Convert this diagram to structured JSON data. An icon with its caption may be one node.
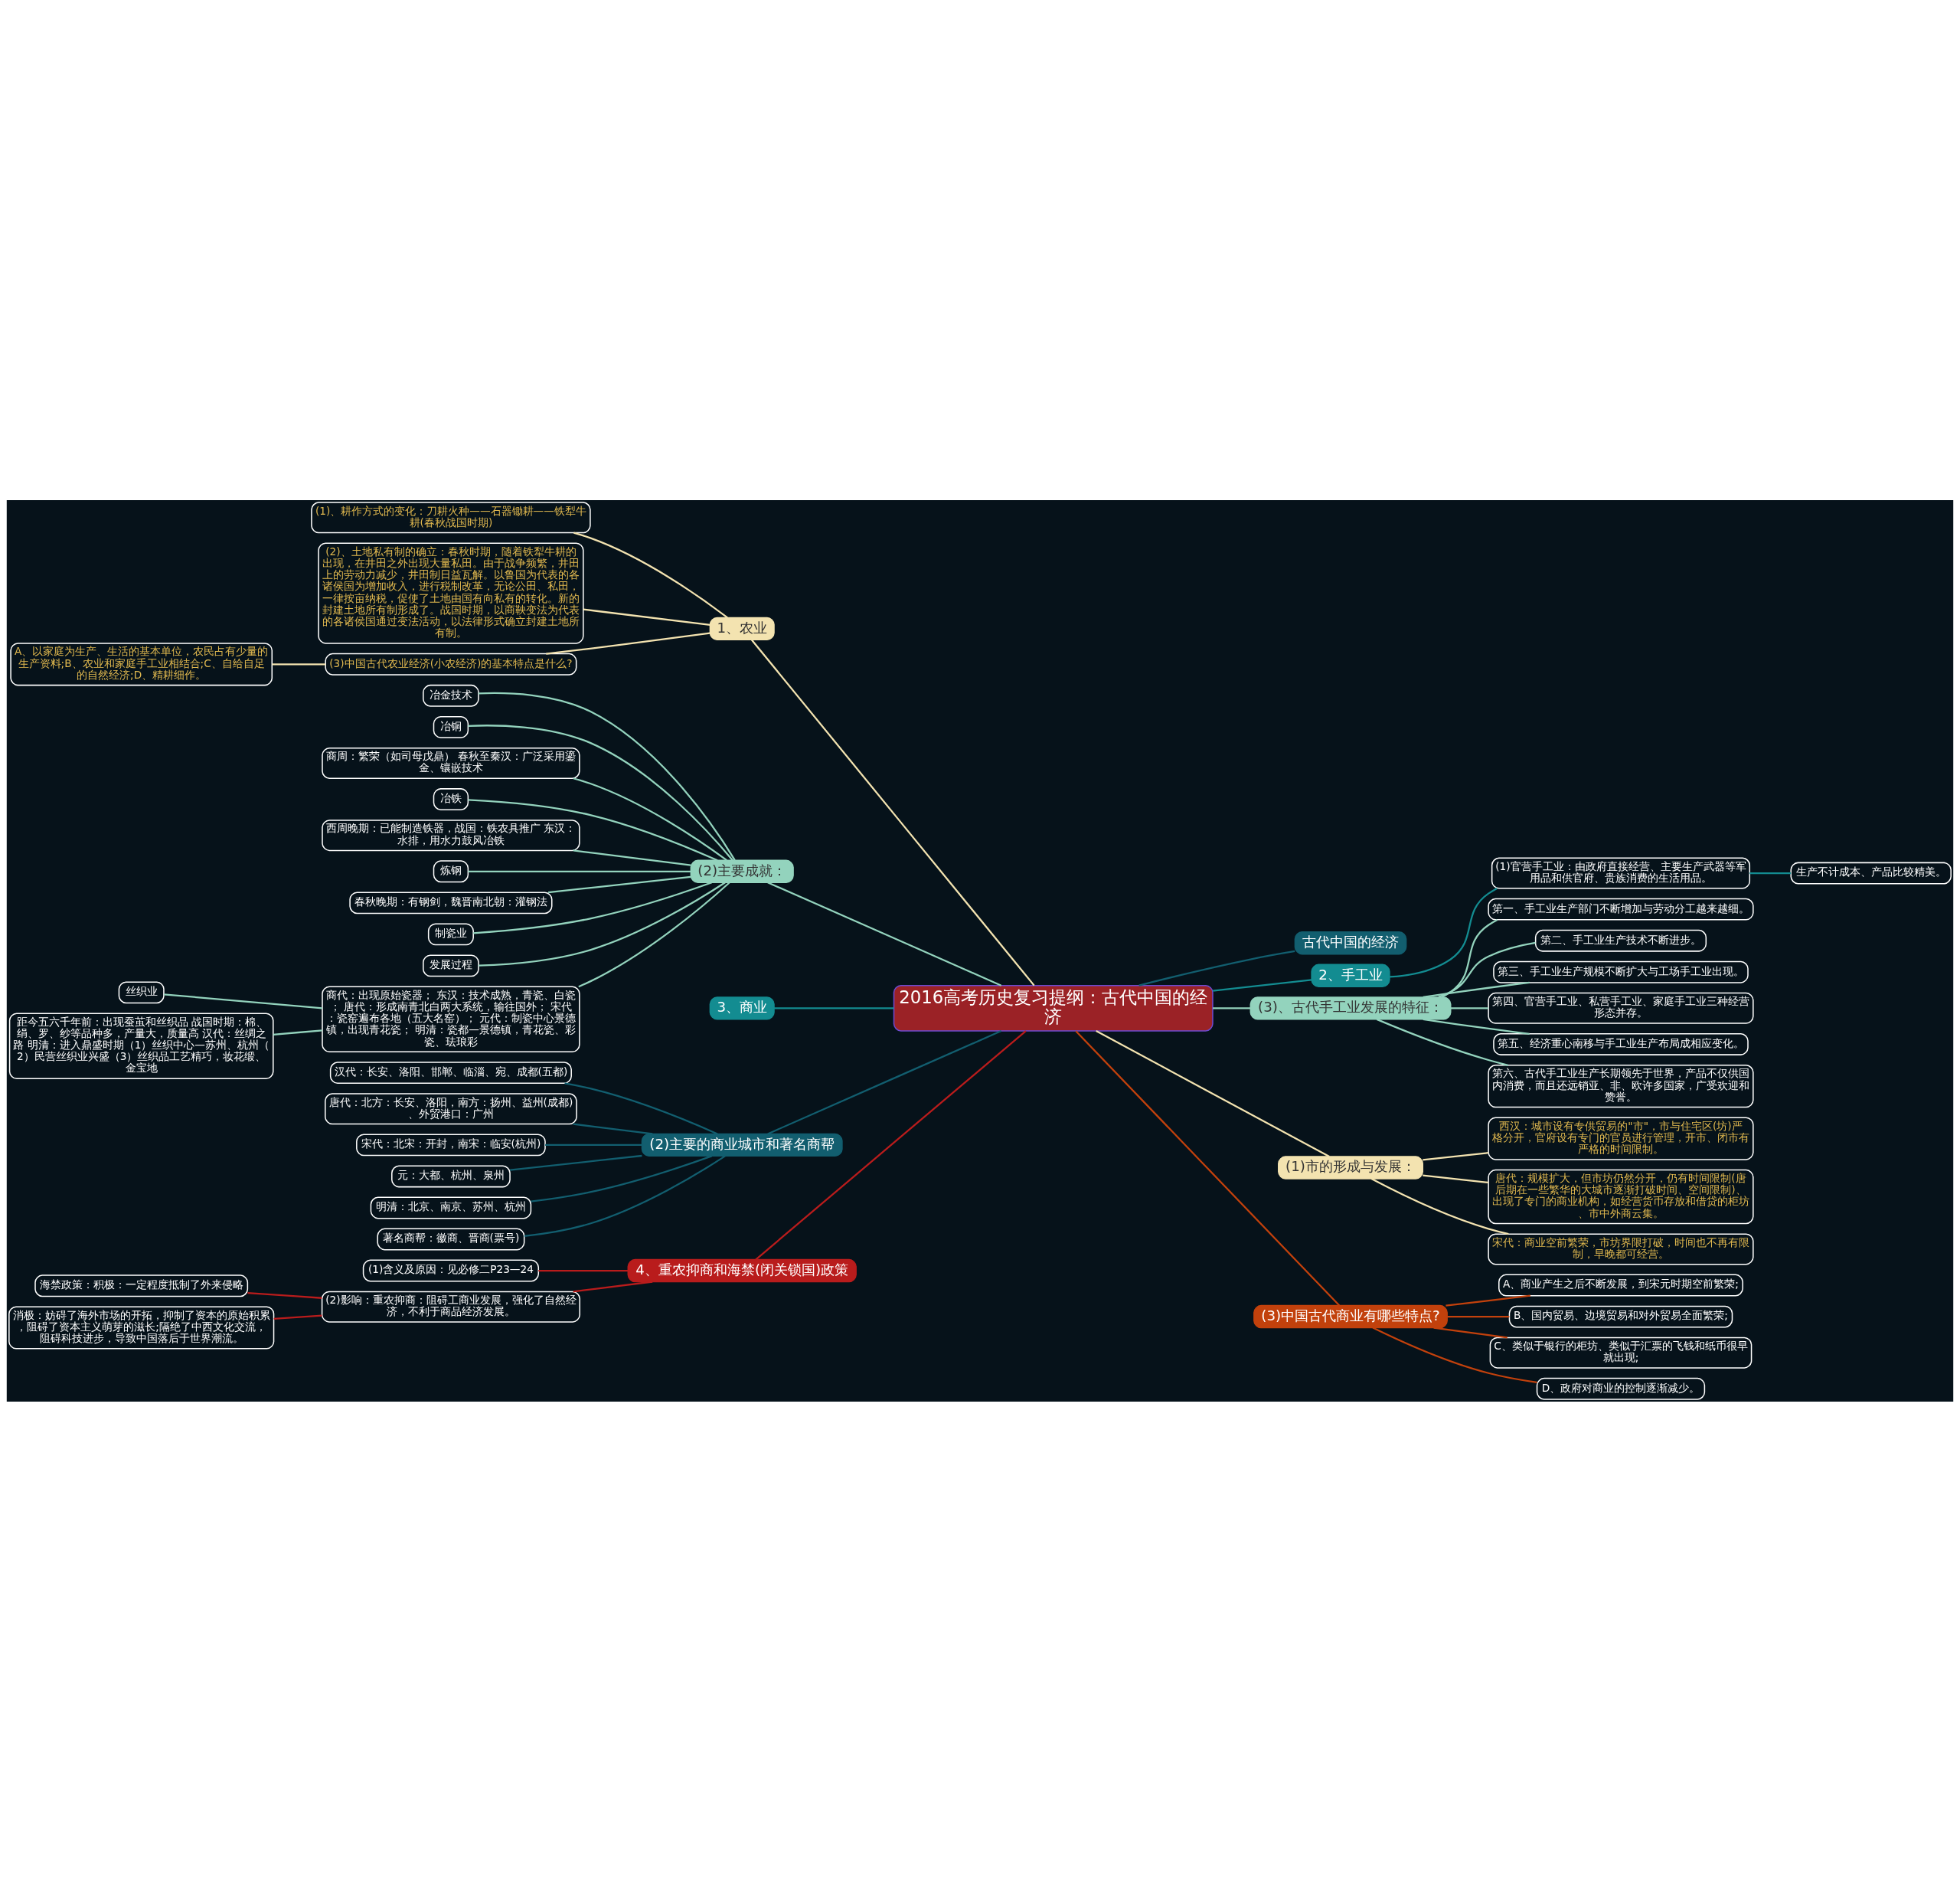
{
  "diagram": {
    "nodes": [
      {
        "text": [
          "2016高考历史复习提纲：古代中国的经济"
        ]
      },
      {
        "text": [
          "1、农业"
        ]
      },
      {
        "text": [
          "(1)、耕作方式的变化：刀耕火种——石器锄耕——铁犁牛耕(春秋战国时期)"
        ]
      },
      {
        "text": [
          "(2)、土地私有制的确立：春秋时期，随着铁犁牛耕的出现，在井田之外出现大量私田。由于战争频繁，井田上的劳动力减少，井田制日益瓦解。以鲁国为代表的各诸侯国为增加收入，进行税制改革，无论公田、私田，一律按亩纳税，促使了土地由国有向私有的转化。新的封建土地所有制形成了。战国时期，以商鞅变法为代表的各诸侯国通过变法活动，以法律形式确立封建土地所有制。"
        ]
      },
      {
        "text": [
          "(3)中国古代农业经济(小农经济)的基本特点是什么?"
        ]
      },
      {
        "text": [
          "A、以家庭为生产、生活的基本单位，农民占有少量的生产资料;B、农业和家庭手工业相结合;C、自给自足的自然经济;D、精耕细作。"
        ]
      },
      {
        "text": [
          "古代中国的经济"
        ]
      },
      {
        "text": [
          "2、手工业"
        ]
      },
      {
        "text": [
          "(1)官营手工业：由政府直接经营、主要生产武器等军用品和供官府、贵族消费的生活用品。"
        ]
      },
      {
        "text": [
          "生产不计成本、产品比较精美。"
        ]
      },
      {
        "text": [
          "(2)主要成就："
        ]
      },
      {
        "text": [
          "冶金技术"
        ]
      },
      {
        "text": [
          "冶铜"
        ]
      },
      {
        "text": [
          "商周：繁荣（如司母戊鼎） 春秋至秦汉：广泛采用鎏金、镶嵌技术"
        ]
      },
      {
        "text": [
          "冶铁"
        ]
      },
      {
        "text": [
          "西周晚期：已能制造铁器，战国：铁农具推广 东汉：水排，用水力鼓风冶铁"
        ]
      },
      {
        "text": [
          "炼钢"
        ]
      },
      {
        "text": [
          "春秋晚期：有钢剑，魏晋南北朝：灌钢法"
        ]
      },
      {
        "text": [
          "制瓷业"
        ]
      },
      {
        "text": [
          "发展过程"
        ]
      },
      {
        "text": [
          "商代：出现原始瓷器； 东汉：技术成熟，青瓷、白瓷； 唐代：形成南青北白两大系统，输往国外； 宋代：瓷窑遍布各地（五大名窑）； 元代：制瓷中心景德镇，出现青花瓷； 明清：瓷都—景德镇，青花瓷、彩瓷、珐琅彩"
        ]
      },
      {
        "text": [
          "丝织业"
        ]
      },
      {
        "text": [
          "距今五六千年前：出现蚕茧和丝织品 战国时期：棉、绢、罗、纱等品种多，产量大，质量高 汉代：丝绸之路 明清：进入鼎盛时期（1）丝织中心—苏州、杭州（2）民营丝织业兴盛（3）丝织品工艺精巧，妆花缎、金宝地"
        ]
      },
      {
        "text": [
          "(3)、古代手工业发展的特征："
        ]
      },
      {
        "text": [
          "第一、手工业生产部门不断增加与劳动分工越来越细。"
        ]
      },
      {
        "text": [
          "第二、手工业生产技术不断进步。"
        ]
      },
      {
        "text": [
          "第三、手工业生产规模不断扩大与工场手工业出现。"
        ]
      },
      {
        "text": [
          "第四、官营手工业、私营手工业、家庭手工业三种经营形态并存。"
        ]
      },
      {
        "text": [
          "第五、经济重心南移与手工业生产布局成相应变化。"
        ]
      },
      {
        "text": [
          "第六、古代手工业生产长期领先于世界，产品不仅供国内消费，而且还远销亚、非、欧许多国家，广受欢迎和赞誉。"
        ]
      },
      {
        "text": [
          "3、商业"
        ]
      },
      {
        "text": [
          "(1)市的形成与发展："
        ]
      },
      {
        "text": [
          "西汉：城市设有专供贸易的\"市\"，市与住宅区(坊)严格分开，官府设有专门的官员进行管理，开市、闭市有严格的时间限制。"
        ]
      },
      {
        "text": [
          "唐代：规模扩大，但市坊仍然分开，仍有时间限制(唐后期在一些繁华的大城市逐渐打破时间、空间限制)、出现了专门的商业机构，如经营货币存放和借贷的柜坊、市中外商云集。"
        ]
      },
      {
        "text": [
          "宋代：商业空前繁荣，市坊界限打破，时间也不再有限制，早晚都可经营。"
        ]
      },
      {
        "text": [
          "(2)主要的商业城市和著名商帮"
        ]
      },
      {
        "text": [
          "汉代：长安、洛阳、邯郸、临淄、宛、成都(五都)"
        ]
      },
      {
        "text": [
          "唐代：北方：长安、洛阳，南方：扬州、益州(成都)、外贸港口：广州"
        ]
      },
      {
        "text": [
          "宋代：北宋：开封，南宋：临安(杭州)"
        ]
      },
      {
        "text": [
          "元：大都、杭州、泉州"
        ]
      },
      {
        "text": [
          "明清：北京、南京、苏州、杭州"
        ]
      },
      {
        "text": [
          "著名商帮：徽商、晋商(票号)"
        ]
      },
      {
        "text": [
          "(3)中国古代商业有哪些特点?"
        ]
      },
      {
        "text": [
          "A、商业产生之后不断发展，到宋元时期空前繁荣;"
        ]
      },
      {
        "text": [
          "B、国内贸易、边境贸易和对外贸易全面繁荣;"
        ]
      },
      {
        "text": [
          "C、类似于银行的柜坊、类似于汇票的飞钱和纸币很早就出现;"
        ]
      },
      {
        "text": [
          "D、政府对商业的控制逐渐减少。"
        ]
      },
      {
        "text": [
          "4、重农抑商和海禁(闭关锁国)政策"
        ]
      },
      {
        "text": [
          "(1)含义及原因：见必修二P23—24"
        ]
      },
      {
        "text": [
          "(2)影响：重农抑商：阻碍工商业发展，强化了自然经济，不利于商品经济发展。"
        ]
      },
      {
        "text": [
          "海禁政策：积极：一定程度抵制了外来侵略"
        ]
      },
      {
        "text": [
          "消极：妨碍了海外市场的开拓，抑制了资本的原始积累，阻碍了资本主义萌芽的滋长;隔绝了中西文化交流，阻碍科技进步，导致中国落后于世界潮流。"
        ]
      }
    ],
    "edges": [
      {
        "from": 0,
        "to": 1,
        "arrow": "none",
        "color": "#f3e3b0"
      },
      {
        "from": 1,
        "to": 2,
        "arrow": "none",
        "color": "#f3e3b0"
      },
      {
        "from": 1,
        "to": 3,
        "arrow": "none",
        "color": "#f3e3b0"
      },
      {
        "from": 1,
        "to": 4,
        "arrow": "none",
        "color": "#f3e3b0"
      },
      {
        "from": 4,
        "to": 5,
        "arrow": "none",
        "color": "#f3e3b0"
      },
      {
        "from": 0,
        "to": 6,
        "arrow": "none",
        "color": "#125e6f"
      },
      {
        "from": 0,
        "to": 7,
        "arrow": "none",
        "color": "#138c91"
      },
      {
        "from": 7,
        "to": 8,
        "arrow": "none",
        "color": "#138c91"
      },
      {
        "from": 8,
        "to": 9,
        "arrow": "none",
        "color": "#138c91"
      },
      {
        "from": 0,
        "to": 10,
        "arrow": "none"
      },
      {
        "from": 10,
        "to": 11,
        "arrow": "none"
      },
      {
        "from": 10,
        "to": 12,
        "arrow": "none"
      },
      {
        "from": 10,
        "to": 13,
        "arrow": "none"
      },
      {
        "from": 10,
        "to": 14,
        "arrow": "none"
      },
      {
        "from": 10,
        "to": 15,
        "arrow": "none"
      },
      {
        "from": 10,
        "to": 16,
        "arrow": "none"
      },
      {
        "from": 10,
        "to": 17,
        "arrow": "none"
      },
      {
        "from": 10,
        "to": 18,
        "arrow": "none"
      },
      {
        "from": 10,
        "to": 19,
        "arrow": "none"
      },
      {
        "from": 10,
        "to": 20,
        "arrow": "none"
      },
      {
        "from": 20,
        "to": 21,
        "arrow": "none"
      },
      {
        "from": 20,
        "to": 22,
        "arrow": "none"
      },
      {
        "from": 0,
        "to": 23,
        "arrow": "none"
      },
      {
        "from": 23,
        "to": 24,
        "arrow": "none"
      },
      {
        "from": 23,
        "to": 25,
        "arrow": "none"
      },
      {
        "from": 23,
        "to": 26,
        "arrow": "none"
      },
      {
        "from": 23,
        "to": 27,
        "arrow": "none"
      },
      {
        "from": 23,
        "to": 28,
        "arrow": "none"
      },
      {
        "from": 23,
        "to": 29,
        "arrow": "none"
      },
      {
        "from": 0,
        "to": 30,
        "arrow": "none",
        "color": "#138c91"
      },
      {
        "from": 0,
        "to": 31,
        "arrow": "none",
        "color": "#f3e3b0"
      },
      {
        "from": 31,
        "to": 32,
        "arrow": "none",
        "color": "#f3e3b0"
      },
      {
        "from": 31,
        "to": 33,
        "arrow": "none",
        "color": "#f3e3b0"
      },
      {
        "from": 31,
        "to": 34,
        "arrow": "none",
        "color": "#f3e3b0"
      },
      {
        "from": 0,
        "to": 35,
        "arrow": "none",
        "color": "#125e6f"
      },
      {
        "from": 35,
        "to": 36,
        "arrow": "none",
        "color": "#125e6f"
      },
      {
        "from": 35,
        "to": 37,
        "arrow": "none",
        "color": "#125e6f"
      },
      {
        "from": 35,
        "to": 38,
        "arrow": "none",
        "color": "#125e6f"
      },
      {
        "from": 35,
        "to": 39,
        "arrow": "none",
        "color": "#125e6f"
      },
      {
        "from": 35,
        "to": 40,
        "arrow": "none",
        "color": "#125e6f"
      },
      {
        "from": 35,
        "to": 41,
        "arrow": "none",
        "color": "#125e6f"
      },
      {
        "from": 0,
        "to": 42,
        "arrow": "none",
        "color": "#c2410c"
      },
      {
        "from": 42,
        "to": 43,
        "arrow": "none",
        "color": "#c2410c"
      },
      {
        "from": 42,
        "to": 44,
        "arrow": "none",
        "color": "#c2410c"
      },
      {
        "from": 42,
        "to": 45,
        "arrow": "none",
        "color": "#c2410c"
      },
      {
        "from": 42,
        "to": 46,
        "arrow": "none",
        "color": "#c2410c"
      },
      {
        "from": 0,
        "to": 47,
        "arrow": "none",
        "color": "#b91c1c"
      },
      {
        "from": 47,
        "to": 48,
        "arrow": "none",
        "color": "#b91c1c"
      },
      {
        "from": 47,
        "to": 49,
        "arrow": "none",
        "color": "#b91c1c"
      },
      {
        "from": 49,
        "to": 50,
        "arrow": "none",
        "color": "#b91c1c"
      },
      {
        "from": 49,
        "to": 51,
        "arrow": "none",
        "color": "#b91c1c"
      }
    ]
  }
}
